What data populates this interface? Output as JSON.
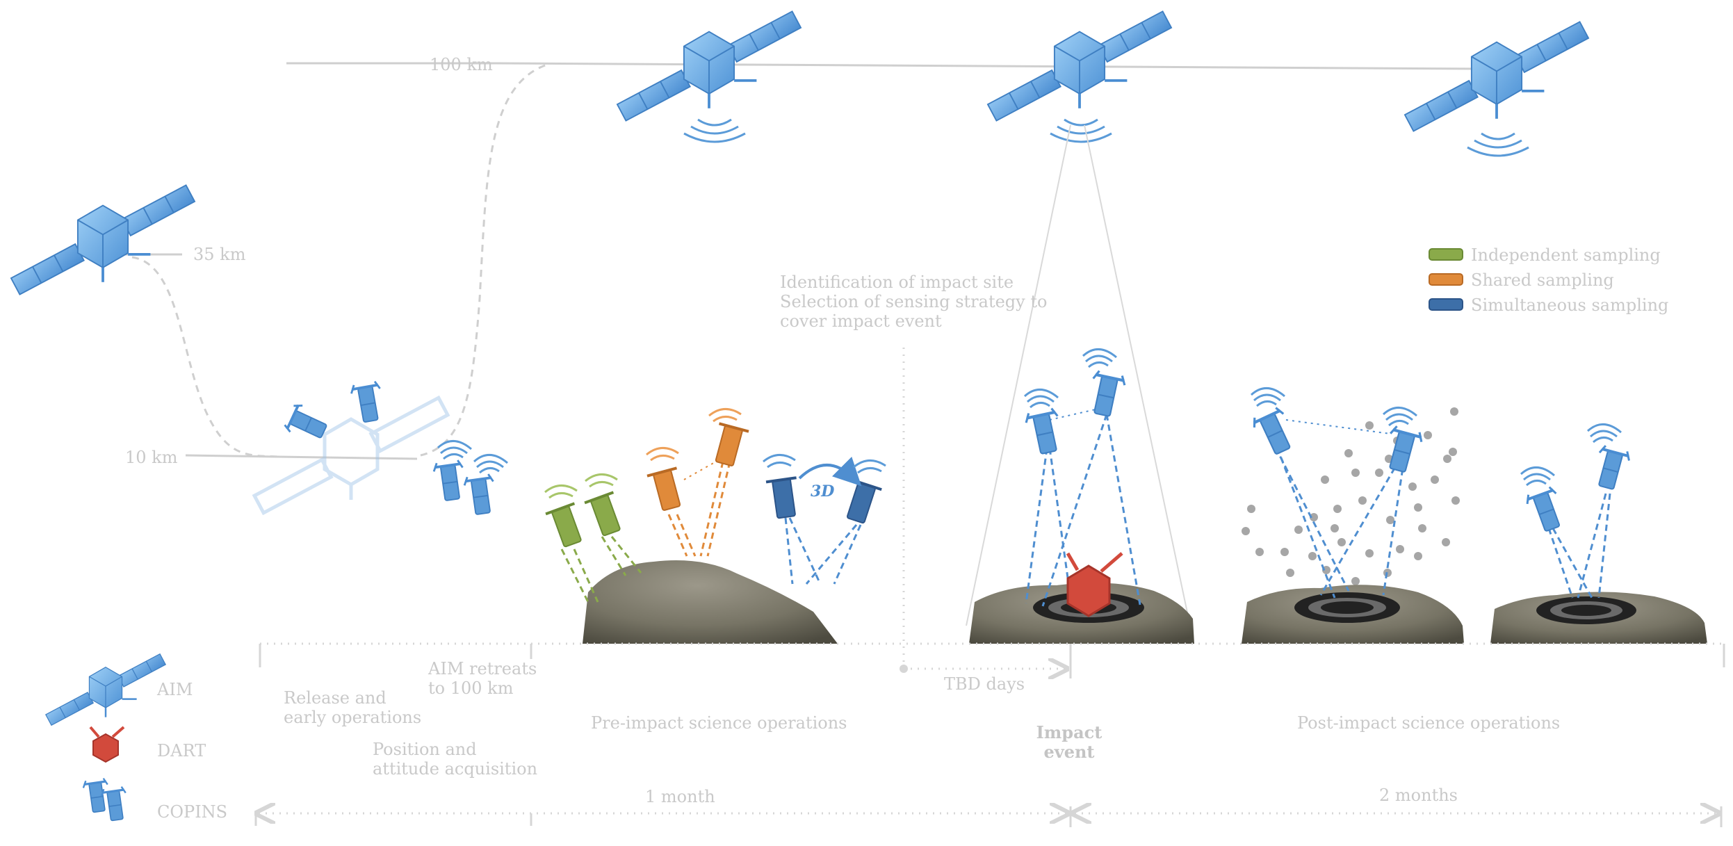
{
  "altitudes": {
    "alt_100": "100 km",
    "alt_35": "35 km",
    "alt_10": "10 km"
  },
  "legend_sampling": [
    {
      "label": "Independent sampling",
      "color": "#8aaa4a"
    },
    {
      "label": "Shared sampling",
      "color": "#e08a3a"
    },
    {
      "label": "Simultaneous sampling",
      "color": "#3d6fa8"
    }
  ],
  "annotations": {
    "identification_line1": "Identification of impact site",
    "identification_line2": "Selection of sensing strategy to",
    "identification_line3": "cover impact event",
    "label_3d": "3D"
  },
  "phases": {
    "release_line1": "Release and",
    "release_line2": "early operations",
    "aim_retreats_line1": "AIM retreats",
    "aim_retreats_line2": "to 100 km",
    "position_line1": "Position and",
    "position_line2": "attitude acquisition",
    "pre_impact": "Pre-impact science operations",
    "tbd_days": "TBD days",
    "impact_line1": "Impact",
    "impact_line2": "event",
    "post_impact": "Post-impact science operations",
    "one_month": "1 month",
    "two_months": "2 months"
  },
  "legend_craft": [
    {
      "label": "AIM",
      "icon": "aim-satellite-icon"
    },
    {
      "label": "DART",
      "icon": "dart-impactor-icon"
    },
    {
      "label": "COPINS",
      "icon": "copins-cubesat-icon"
    }
  ],
  "colors": {
    "aim_blue": "#5b9bd8",
    "dart_red": "#d24a3c",
    "green": "#8aaa4a",
    "orange": "#e08a3a",
    "dark_blue": "#3d6fa8",
    "grey_text": "#c9c9c9"
  }
}
